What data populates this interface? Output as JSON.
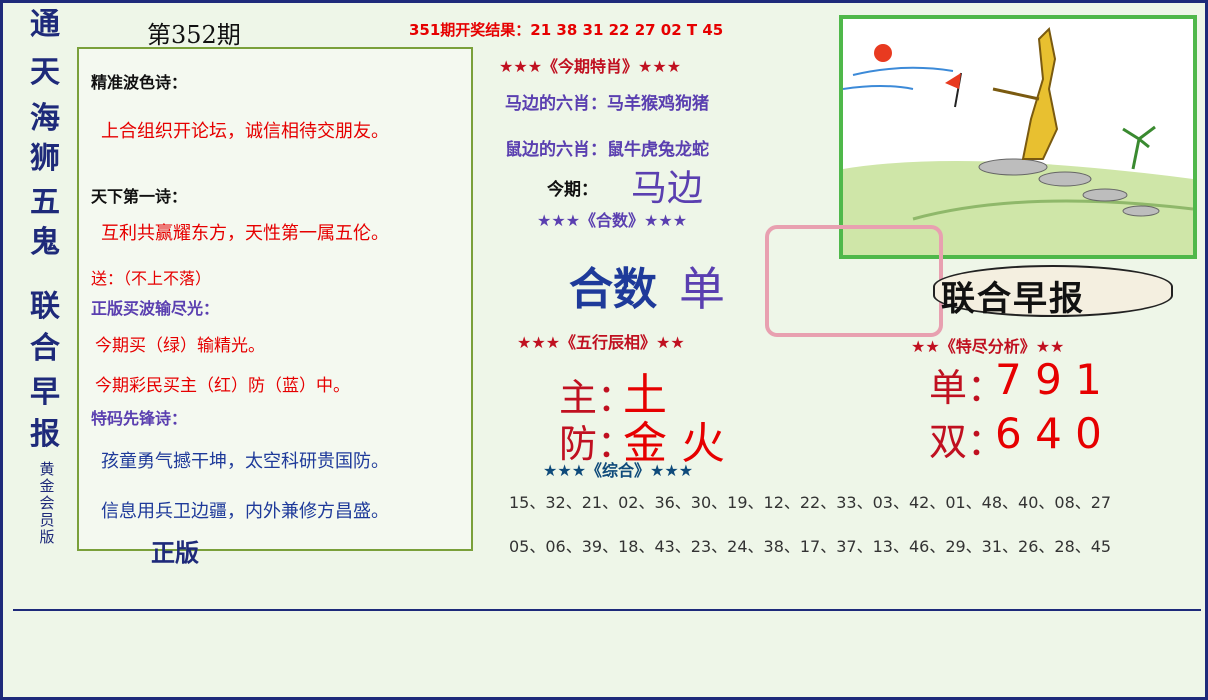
{
  "side_title": [
    "通",
    "天",
    "海",
    "狮",
    "五",
    "鬼",
    "联",
    "合",
    "早",
    "报"
  ],
  "side_subtitle": "黄金会员版",
  "issue": "第352期",
  "result_text": "351期开奖结果：21 38 31 22 27 02 T 45",
  "left": {
    "poem1_title": "精准波色诗：",
    "poem1_line": "上合组织开论坛，诚信相待交朋友。",
    "poem2_title": "天下第一诗：",
    "poem2_line": "互利共赢耀东方，天性第一属五伦。",
    "gift": "送：（不上不落）",
    "wave_title": "正版买波输尽光：",
    "wave_line1": "今期买（绿）输精光。",
    "wave_line2": "今期彩民买主（红）防（蓝）中。",
    "vanguard_title": "特码先锋诗：",
    "vanguard_line1": "孩童勇气撼干坤，太空科研贵国防。",
    "vanguard_line2": "信息用兵卫边疆，内外兼修方昌盛。",
    "footer": "正版"
  },
  "center": {
    "zodiac_header": "★★★《今期特肖》★★★",
    "horse_side": "马边的六肖：马羊猴鸡狗猪",
    "rat_side": "鼠边的六肖：鼠牛虎兔龙蛇",
    "this_issue_label": "今期：",
    "this_issue_value": "马边",
    "sum_header": "★★★《合数》★★★",
    "sum_label": "合数",
    "sum_value": "单",
    "five_header": "★★★《五行辰相》★★",
    "main_label": "主：",
    "main_value": "土",
    "guard_label": "防：",
    "guard_value": "金 火",
    "general_header": "★★★《综合》★★★",
    "numbers_row1": "15、32、21、02、36、30、19、12、22、33、03、42、01、48、40、08、27",
    "numbers_row2": "05、06、39、18、43、23、24、38、17、37、13、46、29、31、26、28、45"
  },
  "right": {
    "banner": "联合早报",
    "analysis_header": "★★《特尽分析》★★",
    "odd_label": "单：",
    "odd_value": "7 9 1",
    "even_label": "双：",
    "even_value": "6 4 0"
  },
  "colors": {
    "navy": "#1e2a7a",
    "red": "#e60000",
    "green": "#4fb84a",
    "purple": "#5a3fb0"
  }
}
